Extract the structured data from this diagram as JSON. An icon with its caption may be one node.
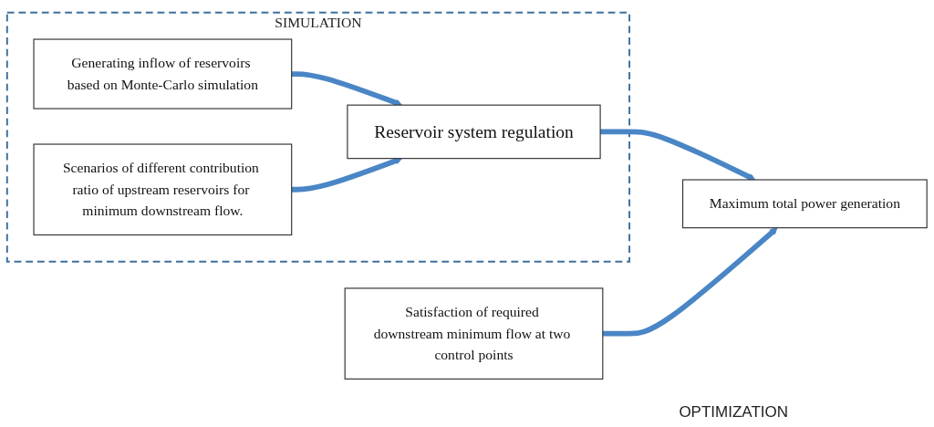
{
  "diagram": {
    "nodes": [
      {
        "text": [
          "SIMULATION"
        ]
      },
      {
        "text": [
          "Generating inflow of reservoirs based on Monte-Carlo simulation"
        ],
        "in": 0
      },
      {
        "text": [
          "Scenarios of different contribution ratio of upstream reservoirs for minimum downstream flow."
        ],
        "in": 0
      },
      {
        "text": [
          "Reservoir system regulation"
        ],
        "in": 0
      },
      {
        "text": [
          "Satisfaction of required downstream minimum flow at two control points"
        ]
      },
      {
        "text": [
          "Maximum total power generation"
        ]
      }
    ],
    "edges": [
      {
        "from": 1,
        "to": 3,
        "arrow": "to"
      },
      {
        "from": 2,
        "to": 3,
        "arrow": "to"
      },
      {
        "from": 3,
        "to": 5,
        "arrow": "to"
      },
      {
        "from": 4,
        "to": 5,
        "arrow": "to"
      }
    ],
    "labels": [
      "OPTIMIZATION"
    ]
  }
}
